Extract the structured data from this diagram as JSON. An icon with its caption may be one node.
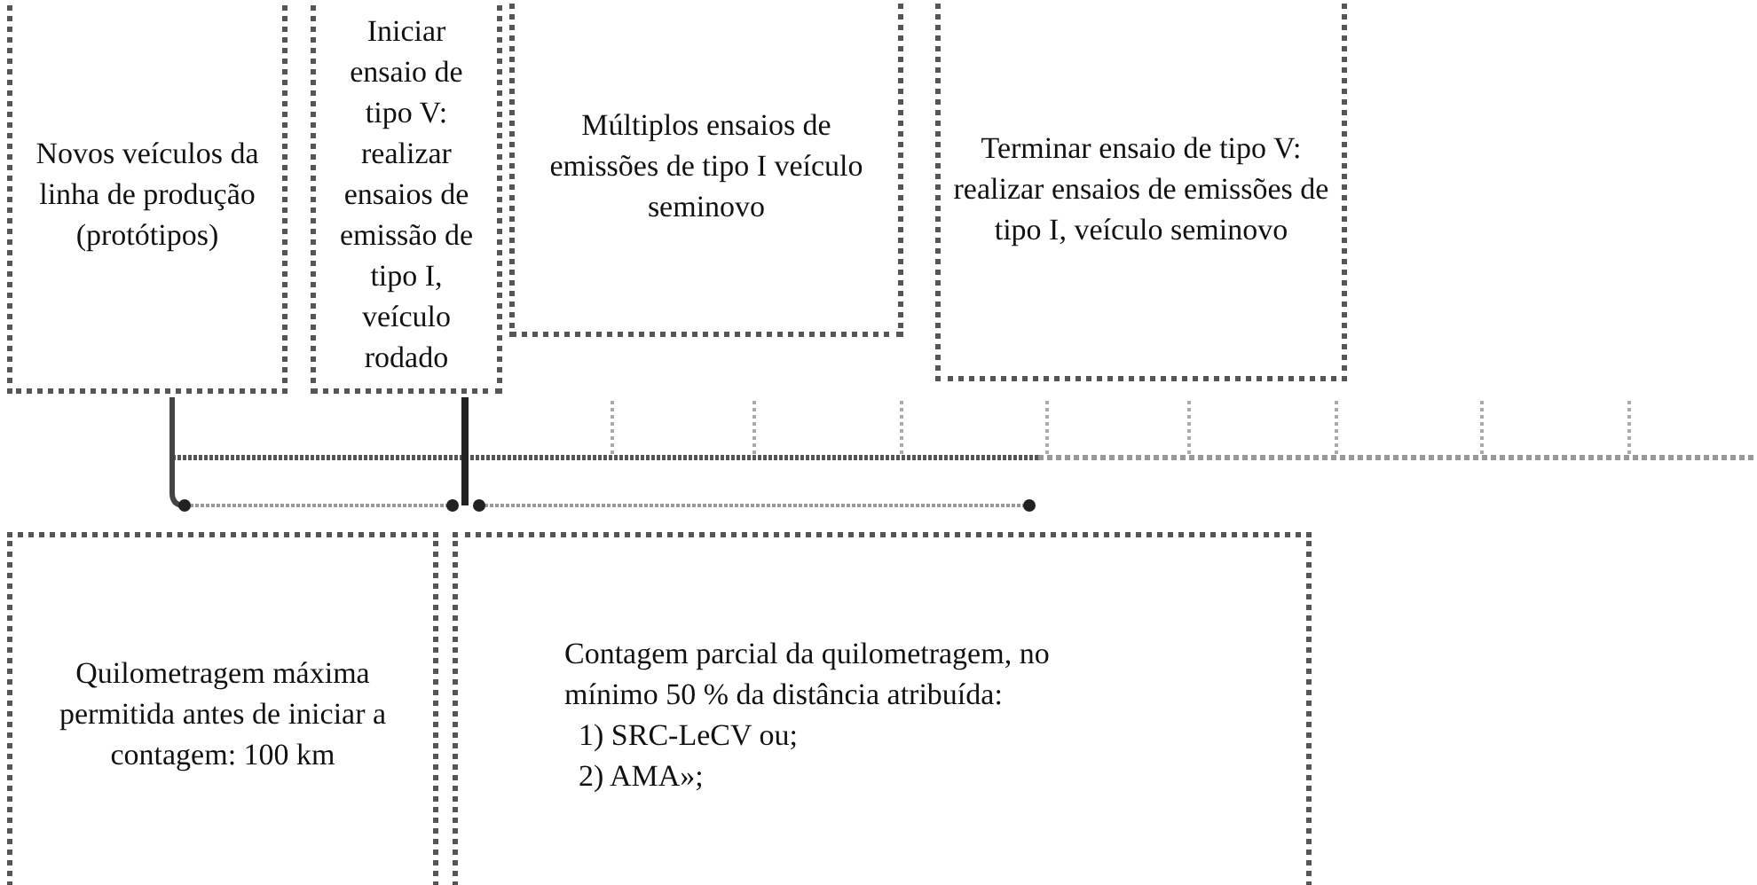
{
  "diagram": {
    "nodes": [
      {
        "text": [
          "Novos veículos da linha de produção (protótipos)"
        ]
      },
      {
        "text": [
          "Iniciar ensaio de tipo V: realizar ensaios de emissão de tipo I, veículo rodado"
        ]
      },
      {
        "text": [
          "Múltiplos ensaios de emissões de tipo I veículo seminovo"
        ]
      },
      {
        "text": [
          "Terminar ensaio de tipo V: realizar ensaios de emissões de tipo I, veículo seminovo"
        ]
      },
      {
        "text": [
          "Quilometragem máxima permitida antes de iniciar a contagem: 100 km"
        ]
      },
      {
        "text": [
          "Contagem parcial da quilometragem, no mínimo 50 % da distância atribuída:",
          "1) SRC-LeCV ou;",
          "2) AMA»;"
        ]
      }
    ]
  }
}
